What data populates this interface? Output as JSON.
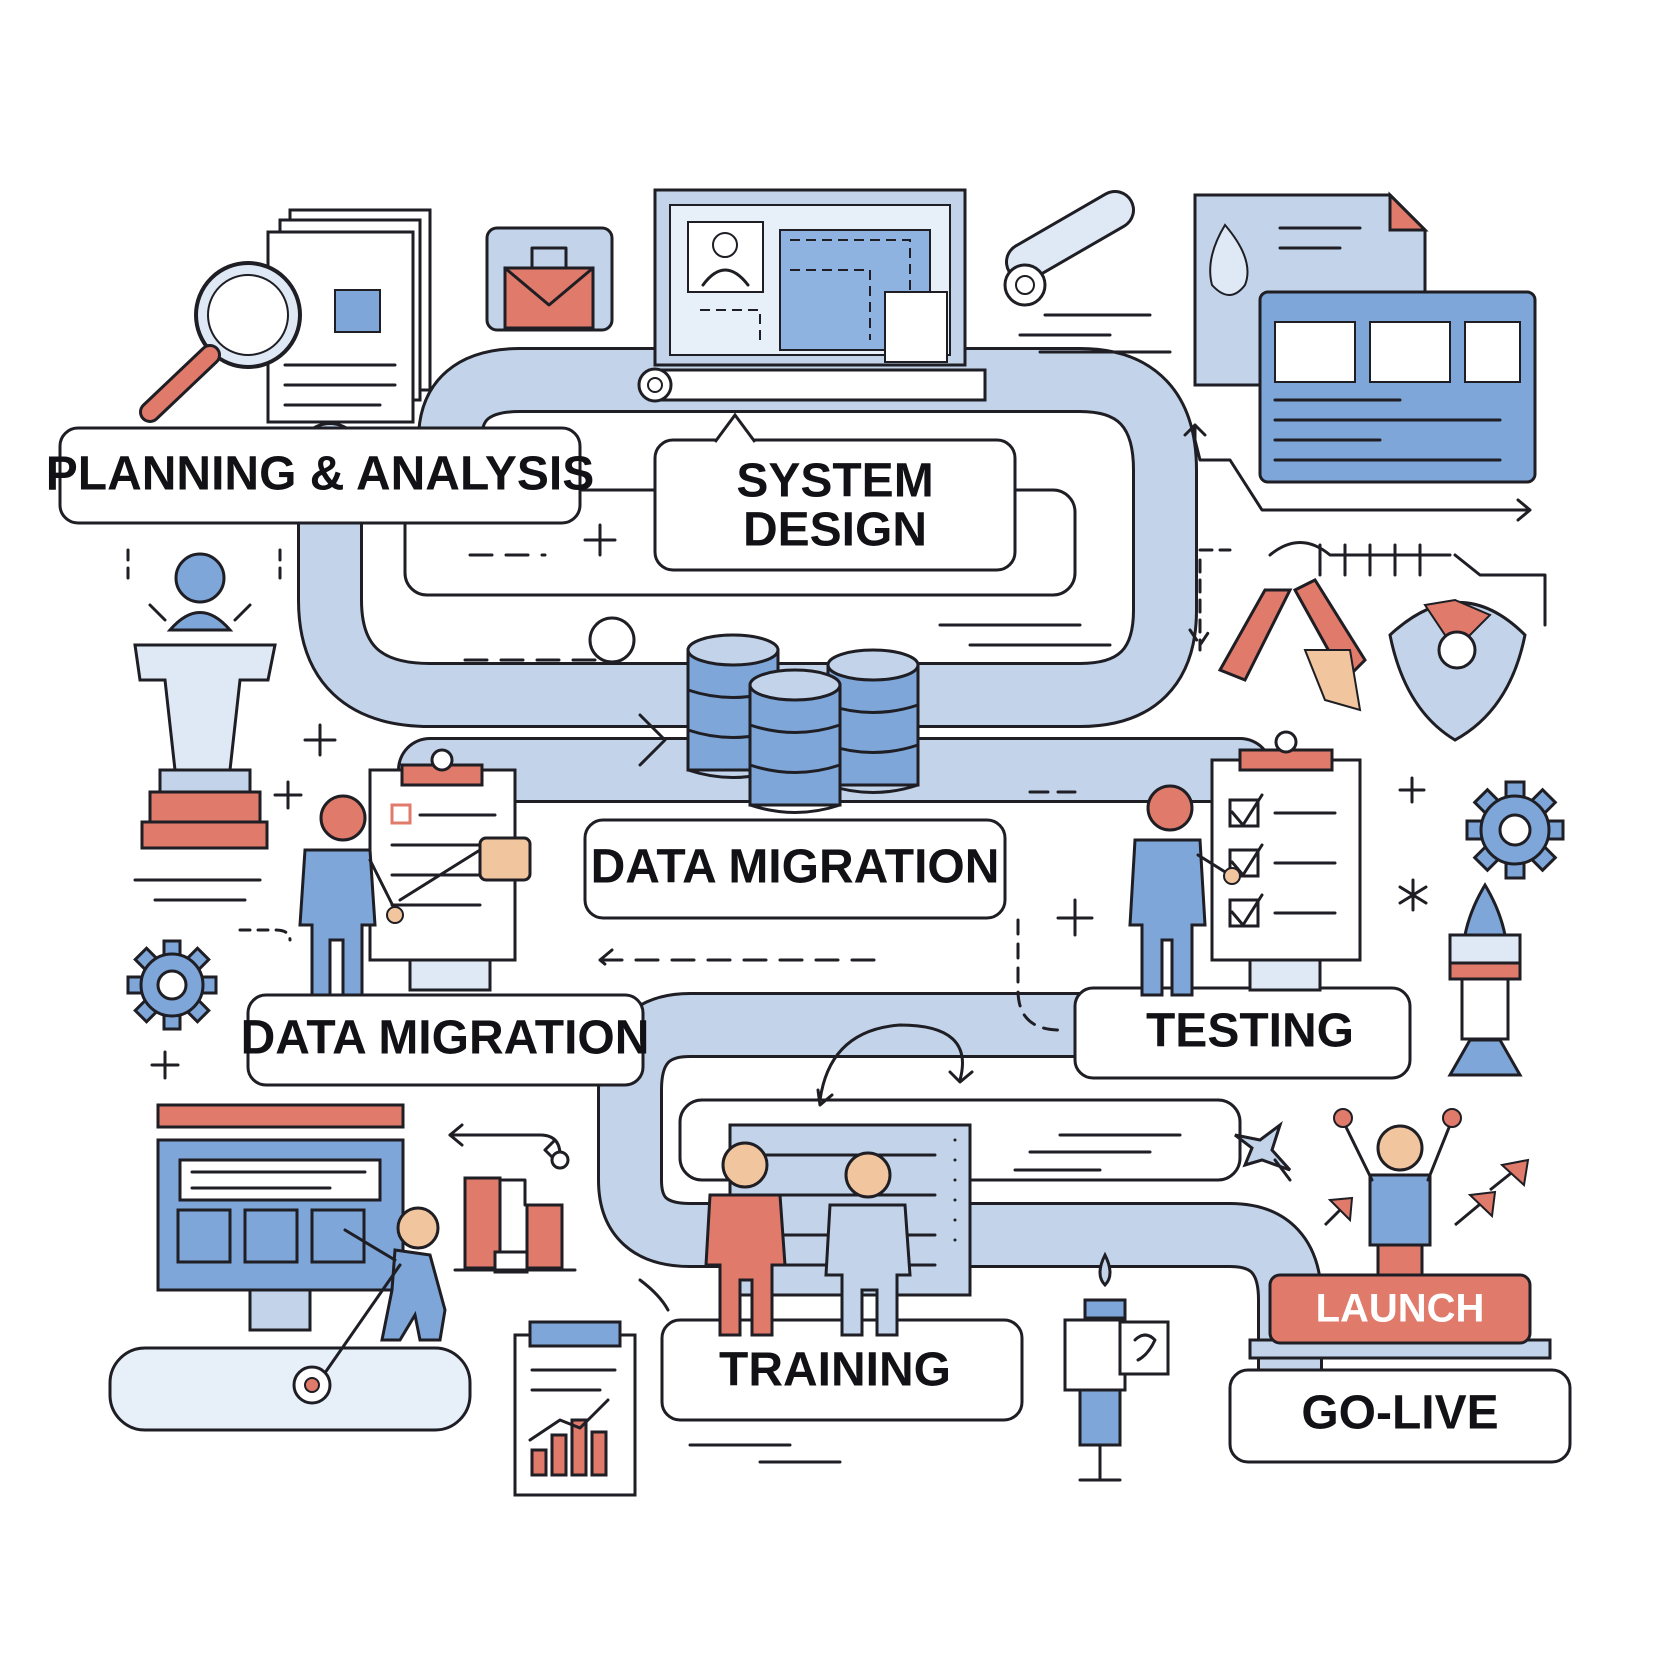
{
  "stages": {
    "planning": "PLANNING & ANALYSIS",
    "system_design_line1": "SYSTEM",
    "system_design_line2": "DESIGN",
    "data_migration_center": "DATA MIGRATION",
    "data_migration_left": "DATA MIGRATION",
    "testing": "TESTING",
    "training": "TRAINING",
    "launch": "LAUNCH",
    "go_live": "GO-LIVE"
  },
  "colors": {
    "path": "#c3d4ea",
    "accent_blue": "#7ea6d8",
    "accent_red": "#e07a6a",
    "outline": "#1e1e24"
  },
  "icons": [
    "magnifier-icon",
    "documents-icon",
    "briefcase-icon",
    "blueprint-monitor-icon",
    "scroll-icon",
    "document-stack-icon",
    "dashboard-window-icon",
    "statue-icon",
    "broken-bridge-icon",
    "shield-icon",
    "database-icon",
    "clipboard-icon",
    "person-icon",
    "checklist-icon",
    "gear-icon",
    "pen-nib-icon",
    "monitor-icon",
    "bar-chart-icon",
    "report-icon",
    "bird-icon",
    "celebrating-person-icon",
    "arrow-icon"
  ]
}
